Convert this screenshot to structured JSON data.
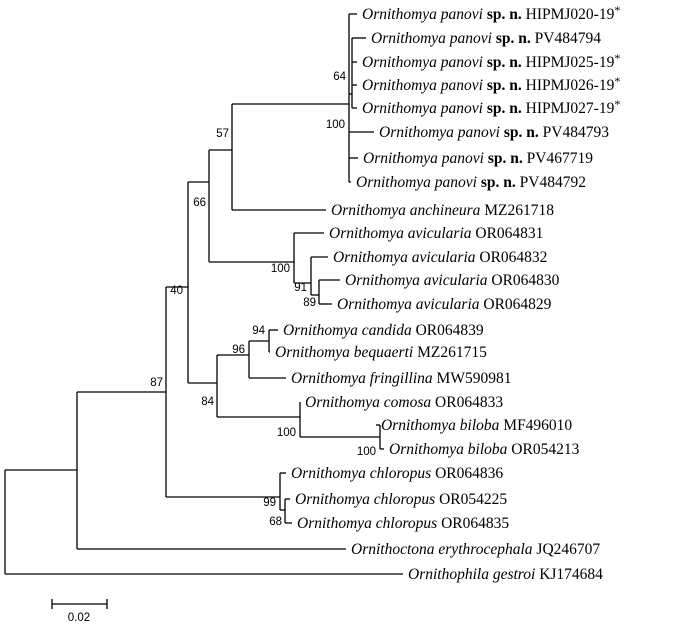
{
  "tree": {
    "leaves": [
      {
        "id": "l1",
        "species": "Ornithomya panovi",
        "qualifier": "sp. n.",
        "accession": "HIPMJ020-19",
        "marker": "*"
      },
      {
        "id": "l2",
        "species": "Ornithomya panovi",
        "qualifier": "sp. n.",
        "accession": "PV484794",
        "marker": ""
      },
      {
        "id": "l3",
        "species": "Ornithomya panovi",
        "qualifier": "sp. n.",
        "accession": "HIPMJ025-19",
        "marker": "*"
      },
      {
        "id": "l4",
        "species": "Ornithomya panovi",
        "qualifier": "sp. n.",
        "accession": "HIPMJ026-19",
        "marker": "*"
      },
      {
        "id": "l5",
        "species": "Ornithomya panovi",
        "qualifier": "sp. n.",
        "accession": "HIPMJ027-19",
        "marker": "*"
      },
      {
        "id": "l6",
        "species": "Ornithomya panovi",
        "qualifier": "sp. n.",
        "accession": "PV484793",
        "marker": ""
      },
      {
        "id": "l7",
        "species": "Ornithomya panovi",
        "qualifier": "sp. n.",
        "accession": "PV467719",
        "marker": ""
      },
      {
        "id": "l8",
        "species": "Ornithomya panovi",
        "qualifier": "sp. n.",
        "accession": "PV484792",
        "marker": ""
      },
      {
        "id": "l9",
        "species": "Ornithomya anchineura",
        "qualifier": "",
        "accession": "MZ261718",
        "marker": ""
      },
      {
        "id": "l10",
        "species": "Ornithomya avicularia",
        "qualifier": "",
        "accession": "OR064831",
        "marker": ""
      },
      {
        "id": "l11",
        "species": "Ornithomya avicularia",
        "qualifier": "",
        "accession": "OR064832",
        "marker": ""
      },
      {
        "id": "l12",
        "species": "Ornithomya avicularia",
        "qualifier": "",
        "accession": "OR064830",
        "marker": ""
      },
      {
        "id": "l13",
        "species": "Ornithomya avicularia",
        "qualifier": "",
        "accession": "OR064829",
        "marker": ""
      },
      {
        "id": "l14",
        "species": "Ornithomya candida",
        "qualifier": "",
        "accession": "OR064839",
        "marker": ""
      },
      {
        "id": "l15",
        "species": "Ornithomya bequaerti",
        "qualifier": "",
        "accession": "MZ261715",
        "marker": ""
      },
      {
        "id": "l16",
        "species": "Ornithomya fringillina",
        "qualifier": "",
        "accession": "MW590981",
        "marker": ""
      },
      {
        "id": "l17",
        "species": "Ornithomya comosa",
        "qualifier": "",
        "accession": "OR064833",
        "marker": ""
      },
      {
        "id": "l18",
        "species": "Ornithomya biloba",
        "qualifier": "",
        "accession": "MF496010",
        "marker": ""
      },
      {
        "id": "l19",
        "species": "Ornithomya biloba",
        "qualifier": "",
        "accession": "OR054213",
        "marker": ""
      },
      {
        "id": "l20",
        "species": "Ornithomya chloropus",
        "qualifier": "",
        "accession": "OR064836",
        "marker": ""
      },
      {
        "id": "l21",
        "species": "Ornithomya chloropus",
        "qualifier": "",
        "accession": "OR054225",
        "marker": ""
      },
      {
        "id": "l22",
        "species": "Ornithomya chloropus",
        "qualifier": "",
        "accession": "OR064835",
        "marker": ""
      },
      {
        "id": "l23",
        "species": "Ornithoctona erythrocephala",
        "qualifier": "",
        "accession": "JQ246707",
        "marker": ""
      },
      {
        "id": "l24",
        "species": "Ornithophila gestroi",
        "qualifier": "",
        "accession": "KJ174684",
        "marker": ""
      }
    ],
    "support_values": [
      {
        "node": "panovi-subclade",
        "value": "64"
      },
      {
        "node": "panovi-clade",
        "value": "100"
      },
      {
        "node": "panovi-anchineura",
        "value": "57"
      },
      {
        "node": "panovi-avicularia",
        "value": "66"
      },
      {
        "node": "avicularia-clade",
        "value": "100"
      },
      {
        "node": "avicularia-sub1",
        "value": "91"
      },
      {
        "node": "avicularia-sub2",
        "value": "89"
      },
      {
        "node": "upper-group",
        "value": "40"
      },
      {
        "node": "candida-bequaerti",
        "value": "94"
      },
      {
        "node": "candida-fringillina",
        "value": "96"
      },
      {
        "node": "middle-group",
        "value": "84"
      },
      {
        "node": "comosa-biloba",
        "value": "100"
      },
      {
        "node": "biloba-pair",
        "value": "100"
      },
      {
        "node": "ornithomya-clade",
        "value": "87"
      },
      {
        "node": "chloropus-clade",
        "value": "99"
      },
      {
        "node": "chloropus-pair",
        "value": "68"
      }
    ],
    "scale_bar": {
      "label": "0.02"
    }
  }
}
